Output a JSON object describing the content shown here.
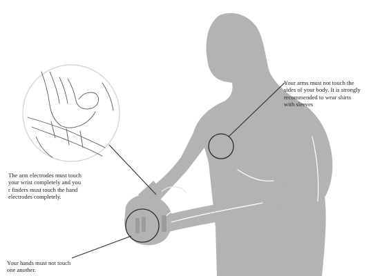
{
  "notes": {
    "arms": "Your arms must not touch the\nsides of your body. It is strongly\nrecommended to wear shirts\nwith  sleeves",
    "electrodes": "The arm electrodes must touch\nyour wrist completely and you\nr finders must touch the hand\nelectrodes  completely.",
    "hands": "Your  hands  must  not  touch\none another."
  },
  "colors": {
    "figure_fill": "#b3b3b3",
    "figure_shadow": "#9c9c9c",
    "line_art": "#5a5a5a",
    "callout_line": "#2b2b2b",
    "text": "#1e1e1e"
  }
}
